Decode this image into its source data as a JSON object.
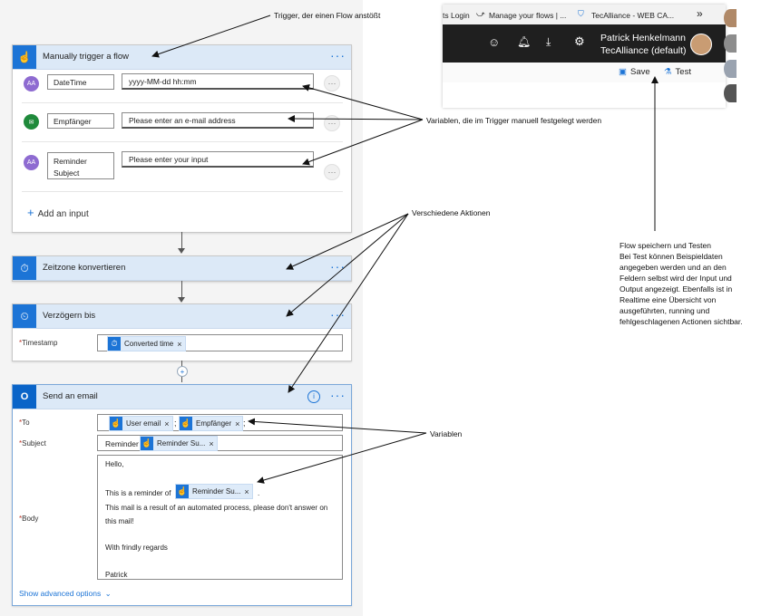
{
  "annotations": {
    "trigger": "Trigger, der einen Flow anstößt",
    "variables_trigger": "Variablen, die im Trigger manuell festgelegt werden",
    "actions": "Verschiedene Aktionen",
    "variables": "Variablen",
    "save_test_lines": [
      "Flow speichern und Testen",
      "Bei Test können Beispieldaten",
      "angegeben werden und an den",
      "Feldern selbst wird der Input und",
      "Output angezeigt. Ebenfalls ist in",
      "Realtime eine Übersicht von",
      "ausgeführten, running und",
      "fehlgeschlagenen Actionen sichtbar."
    ]
  },
  "browser": {
    "tabs": [
      "ts Login",
      "Manage your flows | ...",
      "TecAlliance - WEB CA..."
    ],
    "overflow": "»",
    "user_name": "Patrick Henkelmann",
    "org": "TecAlliance (default)",
    "save_label": "Save",
    "test_label": "Test"
  },
  "trigger_card": {
    "title": "Manually trigger a flow",
    "more": "···",
    "inputs": [
      {
        "avatar": "AA",
        "label": "DateTime",
        "value": "yyyy-MM-dd hh:mm",
        "color": "#8e6bd1"
      },
      {
        "avatar": "✉",
        "label": "Empfänger",
        "value": "Please enter an e-mail address",
        "color": "#1f8a3b"
      },
      {
        "avatar": "AA",
        "label_line1": "Reminder",
        "label_line2": "Subject",
        "value": "Please enter your input",
        "color": "#8e6bd1"
      }
    ],
    "add_input": "Add an input",
    "dots": "···"
  },
  "convert_card": {
    "title": "Zeitzone konvertieren",
    "more": "···"
  },
  "delay_card": {
    "title": "Verzögern bis",
    "more": "···",
    "timestamp_label": "Timestamp",
    "timestamp_token": "Converted time"
  },
  "email_card": {
    "title": "Send an email",
    "info": "i",
    "more": "···",
    "to_label": "To",
    "subject_label": "Subject",
    "body_label": "Body",
    "to_tokens": [
      "User email",
      "Empfänger"
    ],
    "subject_prefix": "Reminder",
    "subject_token": "Reminder Su...",
    "body_line1": "Hello,",
    "body_line2_prefix": "This is a reminder of",
    "body_token": "Reminder Su...",
    "body_line3": "This mail is a result of an automated process, please don't answer on",
    "body_line4": "this mail!",
    "body_line5": "With frindly regards",
    "body_line6": "Patrick",
    "show_advanced": "Show advanced options",
    "separator": ";",
    "close": "×",
    "required": "*",
    "period": "."
  },
  "colors": {
    "accent": "#1c74d6",
    "outlook": "#0a64c8",
    "header_bg": "#dce9f7"
  }
}
